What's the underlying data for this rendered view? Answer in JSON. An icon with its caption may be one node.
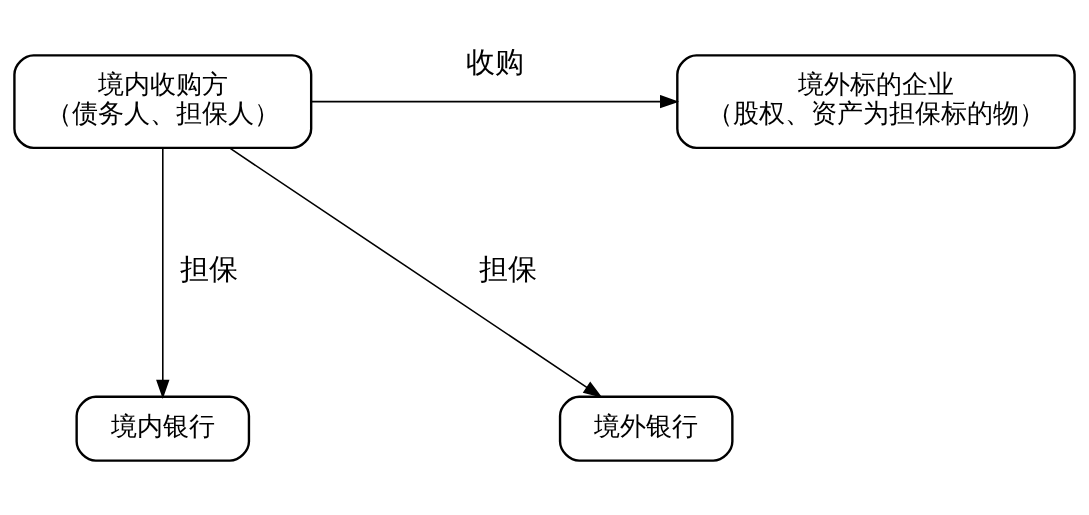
{
  "diagram": {
    "nodes": [
      {
        "text": [
          "境内收购方",
          "（债务人、担保人）"
        ]
      },
      {
        "text": [
          "境外标的企业",
          "（股权、资产为担保标的物）"
        ]
      },
      {
        "text": [
          "境内银行"
        ]
      },
      {
        "text": [
          "境外银行"
        ]
      }
    ],
    "edges": [
      {
        "from": 0,
        "to": 1,
        "arrow": "to",
        "label": "收购"
      },
      {
        "from": 0,
        "to": 2,
        "arrow": "to",
        "label": "担保"
      },
      {
        "from": 0,
        "to": 3,
        "arrow": "to",
        "label": "担保"
      }
    ]
  }
}
